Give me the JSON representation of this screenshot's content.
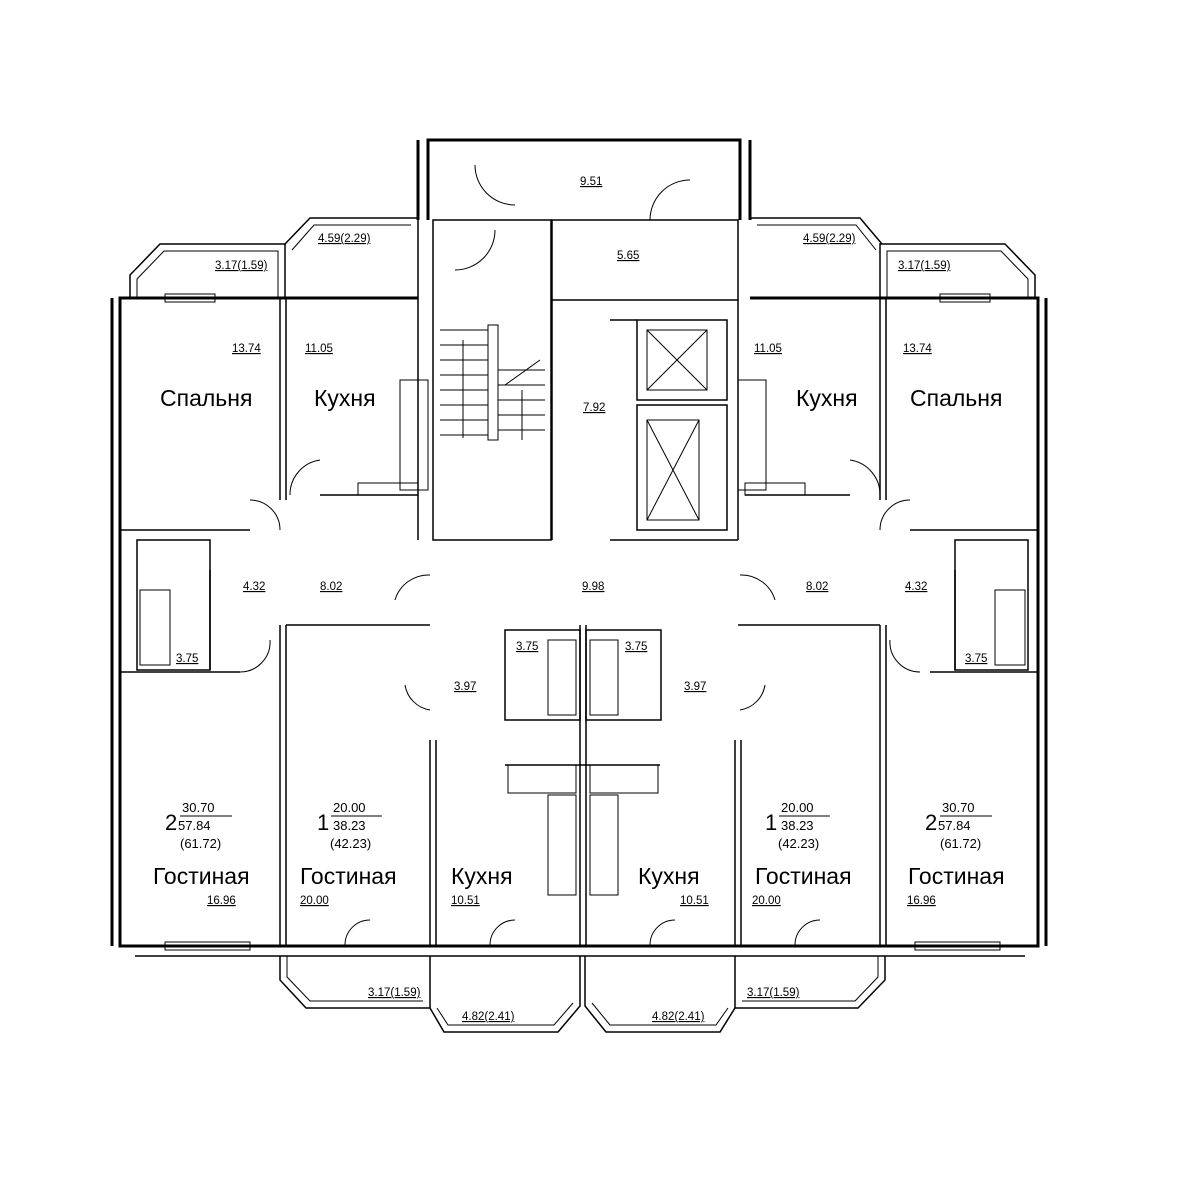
{
  "rooms": {
    "bedroom_left": {
      "name": "Спальня",
      "area": "13.74"
    },
    "bedroom_right": {
      "name": "Спальня",
      "area": "13.74"
    },
    "kitchen_tl": {
      "name": "Кухня",
      "area": "11.05"
    },
    "kitchen_tr": {
      "name": "Кухня",
      "area": "11.05"
    },
    "kitchen_bl": {
      "name": "Кухня",
      "area": "10.51"
    },
    "kitchen_br": {
      "name": "Кухня",
      "area": "10.51"
    },
    "living_far_left": {
      "name": "Гостиная",
      "area": "16.96"
    },
    "living_left": {
      "name": "Гостиная",
      "area": "20.00"
    },
    "living_right": {
      "name": "Гостиная",
      "area": "20.00"
    },
    "living_far_right": {
      "name": "Гостиная",
      "area": "16.96"
    }
  },
  "areas": {
    "top_vestibule": "9.51",
    "top_hall": "5.65",
    "elevator_hall": "7.92",
    "corridor_center": "9.98",
    "corridor_left": "8.02",
    "corridor_right": "8.02",
    "hall_left": "4.32",
    "hall_right": "4.32",
    "bath_left": "3.75",
    "bath_right": "3.75",
    "bath_center_left": "3.75",
    "bath_center_right": "3.75",
    "hall_center_left": "3.97",
    "hall_center_right": "3.97",
    "balcony_tl_outer": "3.17(1.59)",
    "balcony_tl_inner": "4.59(2.29)",
    "balcony_tr_inner": "4.59(2.29)",
    "balcony_tr_outer": "3.17(1.59)",
    "balcony_bl": "3.17(1.59)",
    "balcony_bc_left": "4.82(2.41)",
    "balcony_bc_right": "4.82(2.41)",
    "balcony_br": "3.17(1.59)"
  },
  "apartments": [
    {
      "rooms": "2",
      "living": "30.70",
      "total": "57.84",
      "with_balcony": "(61.72)"
    },
    {
      "rooms": "1",
      "living": "20.00",
      "total": "38.23",
      "with_balcony": "(42.23)"
    },
    {
      "rooms": "1",
      "living": "20.00",
      "total": "38.23",
      "with_balcony": "(42.23)"
    },
    {
      "rooms": "2",
      "living": "30.70",
      "total": "57.84",
      "with_balcony": "(61.72)"
    }
  ]
}
